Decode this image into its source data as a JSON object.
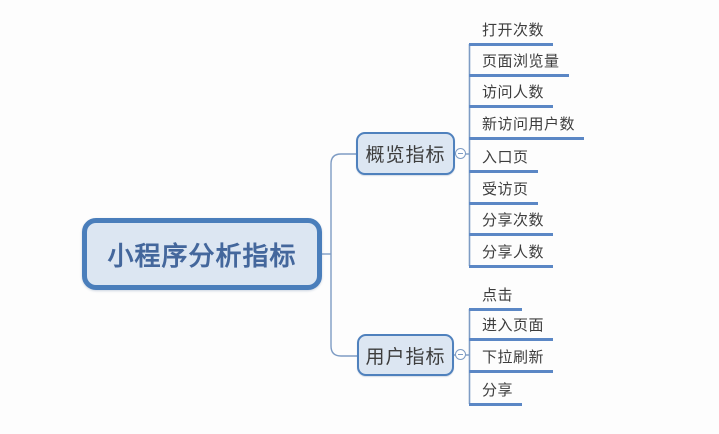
{
  "colors": {
    "root-border": "#4a7ebb",
    "node-border": "#4f81bd",
    "node-fill": "#dce6f2",
    "line": "#7e9cc4",
    "underline": "#5b87c5",
    "root-text": "#44679c",
    "text": "#3d3d3d",
    "bg": "#fdfdfd"
  },
  "mindmap": {
    "root": "小程序分析指标",
    "branches": [
      {
        "label": "概览指标",
        "children": [
          "打开次数",
          "页面浏览量",
          "访问人数",
          "新访问用户数",
          "入口页",
          "受访页",
          "分享次数",
          "分享人数"
        ]
      },
      {
        "label": "用户指标",
        "children": [
          "点击",
          "进入页面",
          "下拉刷新",
          "分享"
        ]
      }
    ]
  }
}
